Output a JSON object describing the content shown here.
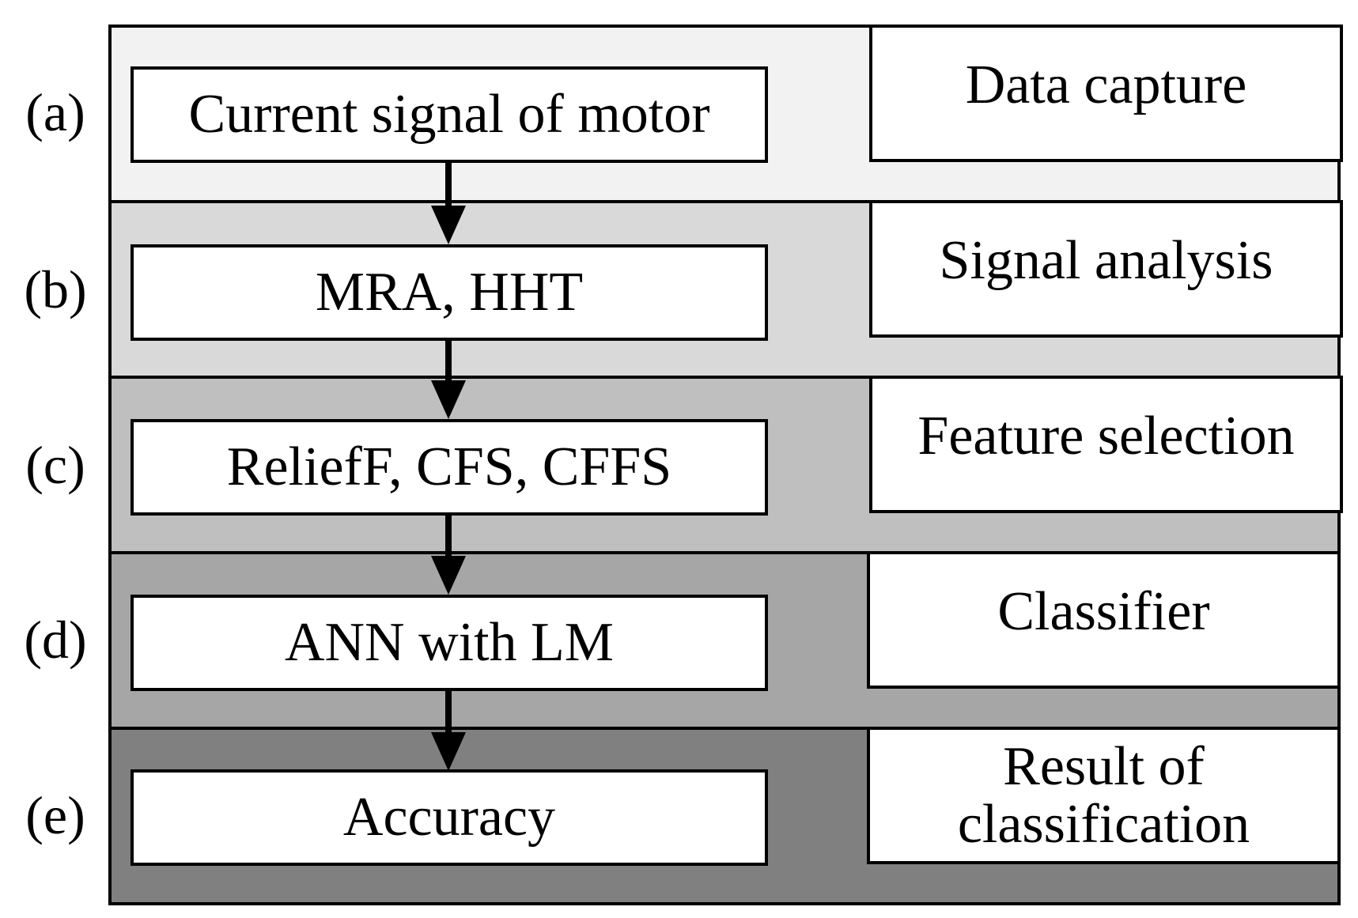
{
  "steps": [
    {
      "label": "(a)",
      "process": "Current signal of motor",
      "stage": "Data capture"
    },
    {
      "label": "(b)",
      "process": "MRA, HHT",
      "stage": "Signal analysis"
    },
    {
      "label": "(c)",
      "process": "ReliefF, CFS, CFFS",
      "stage": "Feature selection"
    },
    {
      "label": "(d)",
      "process": "ANN with LM",
      "stage": "Classifier"
    },
    {
      "label": "(e)",
      "process": "Accuracy",
      "stage_line1": "Result of",
      "stage_line2": "classification"
    }
  ]
}
